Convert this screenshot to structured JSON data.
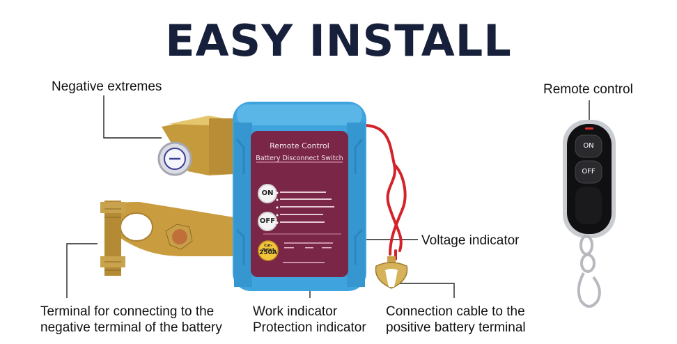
{
  "title": "EASY INSTALL",
  "labels": {
    "negative_extremes": "Negative extremes",
    "remote_control": "Remote control",
    "voltage_indicator": "Voltage indicator",
    "terminal_line1": "Terminal for connecting to the",
    "terminal_line2": "negative terminal of the battery",
    "work_indicator": "Work indicator",
    "protection_indicator": "Protection indicator",
    "cable_line1": "Connection cable to the",
    "cable_line2": "positive battery terminal"
  },
  "device": {
    "heading1": "Remote Control",
    "heading2": "Battery Disconnect Switch",
    "on_label": "ON",
    "off_label": "OFF",
    "rating_small": "Cut-Rated",
    "rating": "250A"
  },
  "fob": {
    "on_label": "ON",
    "off_label": "OFF"
  },
  "colors": {
    "title": "#16203a",
    "case_blue": "#3fa3dd",
    "panel_purple": "#7a2647",
    "brass": "#c9a24a",
    "cable_red": "#d3222a"
  }
}
